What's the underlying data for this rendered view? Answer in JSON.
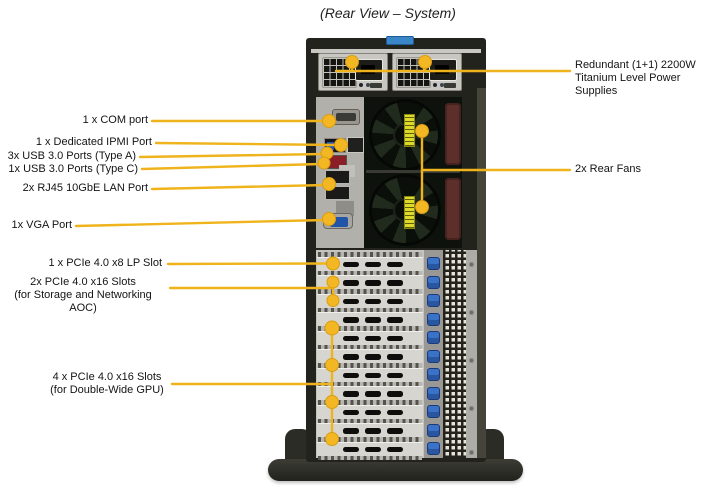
{
  "title": "(Rear View – System)",
  "colors": {
    "callout": "#EFB41C",
    "callout_dot": "#F2B722",
    "chassis": "#23231E",
    "handle_blue": "#3A86C6",
    "fan_clip_maroon": "#5D2F2B",
    "latch_blue": "#3A72C8",
    "sticker_yellow": "#DCD92B"
  },
  "callouts": {
    "left": [
      {
        "id": "com",
        "label": "1 x COM port"
      },
      {
        "id": "ipmi",
        "label": "1 x Dedicated IPMI Port"
      },
      {
        "id": "usb-a",
        "label": "3x USB 3.0 Ports (Type A)"
      },
      {
        "id": "usb-c",
        "label": "1x USB 3.0 Ports (Type C)"
      },
      {
        "id": "lan",
        "label": "2x RJ45 10GbE LAN Port"
      },
      {
        "id": "vga",
        "label": "1x VGA Port"
      },
      {
        "id": "pcie-x8",
        "label": "1 x PCIe 4.0 x8 LP Slot"
      },
      {
        "id": "pcie-2x16",
        "label": "2x PCIe 4.0 x16 Slots",
        "label2": "(for Storage and Networking AOC)"
      },
      {
        "id": "pcie-4x16",
        "label": "4 x PCIe 4.0 x16 Slots",
        "label2": "(for Double-Wide GPU)"
      }
    ],
    "right": [
      {
        "id": "psu",
        "label": "Redundant (1+1) 2200W",
        "label2": "Titanium Level Power Supplies"
      },
      {
        "id": "fans",
        "label": "2x Rear Fans"
      }
    ]
  },
  "hardware": {
    "psu_count": 2,
    "rear_fan_count": 2,
    "pcie_slot_rows": 11
  }
}
